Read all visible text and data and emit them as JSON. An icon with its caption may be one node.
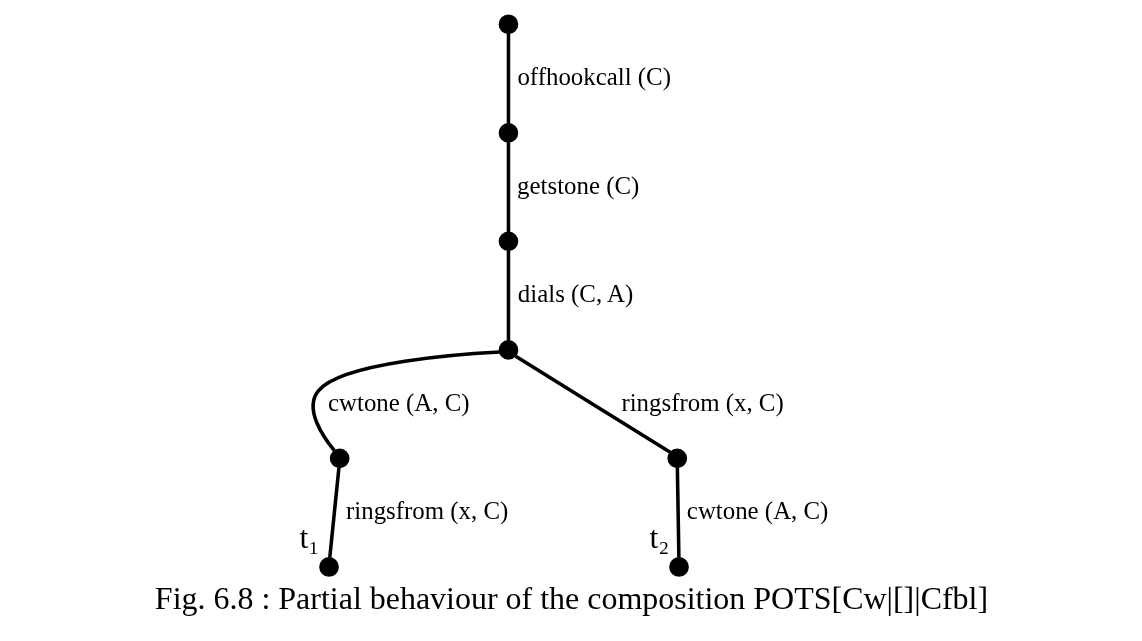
{
  "diagram": {
    "caption": "Fig. 6.8 : Partial behaviour of the composition POTS[Cw|[]|Cfbl]",
    "nodes": [
      {
        "text": [],
        "shape": "circle"
      },
      {
        "text": [],
        "shape": "circle"
      },
      {
        "text": [],
        "shape": "circle"
      },
      {
        "text": [],
        "shape": "circle"
      },
      {
        "text": [],
        "shape": "circle"
      },
      {
        "text": [],
        "shape": "circle"
      },
      {
        "text": [],
        "shape": "circle",
        "beside": [
          "t₁"
        ]
      },
      {
        "text": [],
        "shape": "circle",
        "beside": [
          "t₂"
        ]
      }
    ],
    "edges": [
      {
        "from": 0,
        "to": 1,
        "arrow": "none",
        "label": "offhookcall (C)"
      },
      {
        "from": 1,
        "to": 2,
        "arrow": "none",
        "label": "getstone (C)"
      },
      {
        "from": 2,
        "to": 3,
        "arrow": "none",
        "label": "dials (C, A)"
      },
      {
        "from": 3,
        "to": 4,
        "arrow": "none",
        "label": "cwtone (A, C)"
      },
      {
        "from": 3,
        "to": 5,
        "arrow": "none",
        "label": "ringsfrom (x, C)"
      },
      {
        "from": 4,
        "to": 6,
        "arrow": "none",
        "label": "ringsfrom (x, C)"
      },
      {
        "from": 5,
        "to": 7,
        "arrow": "none",
        "label": "cwtone (A, C)"
      }
    ]
  }
}
